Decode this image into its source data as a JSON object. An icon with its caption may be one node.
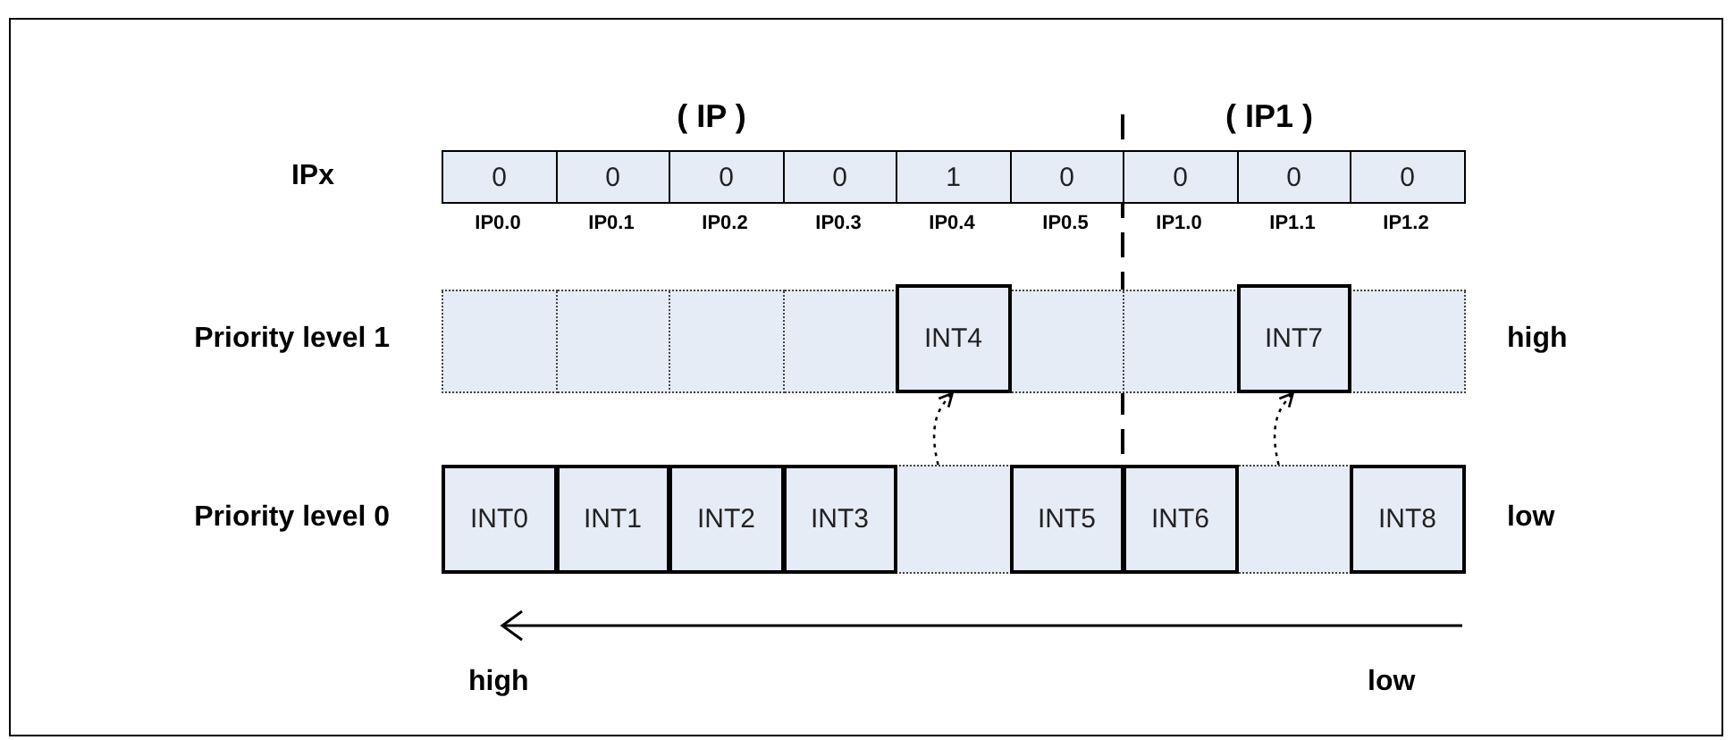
{
  "diagram": {
    "nodes": [
      {
        "text": [
          "0"
        ],
        "beside": [
          "IP0.0"
        ]
      },
      {
        "text": [
          "0"
        ],
        "beside": [
          "IP0.1"
        ]
      },
      {
        "text": [
          "0"
        ],
        "beside": [
          "IP0.2"
        ]
      },
      {
        "text": [
          "0"
        ],
        "beside": [
          "IP0.3"
        ]
      },
      {
        "text": [
          "1"
        ],
        "beside": [
          "IP0.4"
        ]
      },
      {
        "text": [
          "0"
        ],
        "beside": [
          "IP0.5"
        ]
      },
      {
        "text": [
          "0"
        ],
        "beside": [
          "IP1.0"
        ]
      },
      {
        "text": [
          "0"
        ],
        "beside": [
          "IP1.1"
        ]
      },
      {
        "text": [
          "0"
        ],
        "beside": [
          "IP1.2"
        ]
      },
      {
        "text": [],
        "shape": "box"
      },
      {
        "text": [],
        "shape": "box"
      },
      {
        "text": [],
        "shape": "box"
      },
      {
        "text": [],
        "shape": "box"
      },
      {
        "text": [
          "INT4"
        ]
      },
      {
        "text": [],
        "shape": "box"
      },
      {
        "text": [],
        "shape": "box"
      },
      {
        "text": [
          "INT7"
        ]
      },
      {
        "text": [],
        "shape": "box"
      },
      {
        "text": [
          "INT0"
        ]
      },
      {
        "text": [
          "INT1"
        ]
      },
      {
        "text": [
          "INT2"
        ]
      },
      {
        "text": [
          "INT3"
        ]
      },
      {
        "text": [],
        "shape": "box"
      },
      {
        "text": [
          "INT5"
        ]
      },
      {
        "text": [
          "INT6"
        ]
      },
      {
        "text": [],
        "shape": "box"
      },
      {
        "text": [
          "INT8"
        ]
      }
    ],
    "edges": [
      {
        "from": 22,
        "to": 13,
        "arrow": "to",
        "style": "dashed"
      },
      {
        "from": 25,
        "to": 16,
        "arrow": "to",
        "style": "dashed"
      }
    ],
    "labels": [
      "( IP )",
      "( IP1 )",
      "IPx",
      "Priority level 1",
      "high",
      "Priority level 0",
      "low",
      "high",
      "low"
    ]
  }
}
